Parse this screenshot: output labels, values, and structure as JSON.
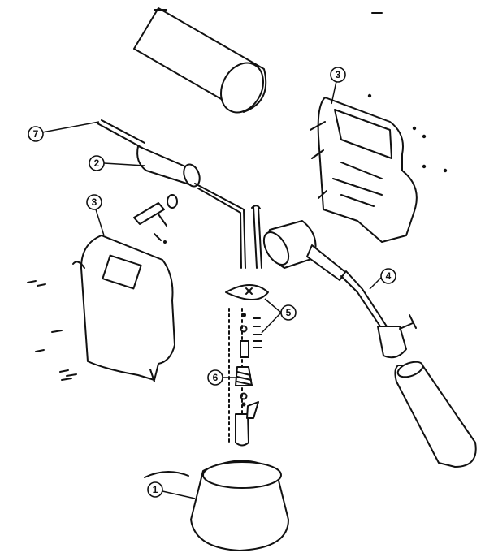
{
  "callouts": {
    "c1": "1",
    "c2": "2",
    "c3a": "3",
    "c3b": "3",
    "c4": "4",
    "c5": "5",
    "c6": "6",
    "c7": "7"
  },
  "colors": {
    "ink": "#111111",
    "paper": "#ffffff"
  }
}
